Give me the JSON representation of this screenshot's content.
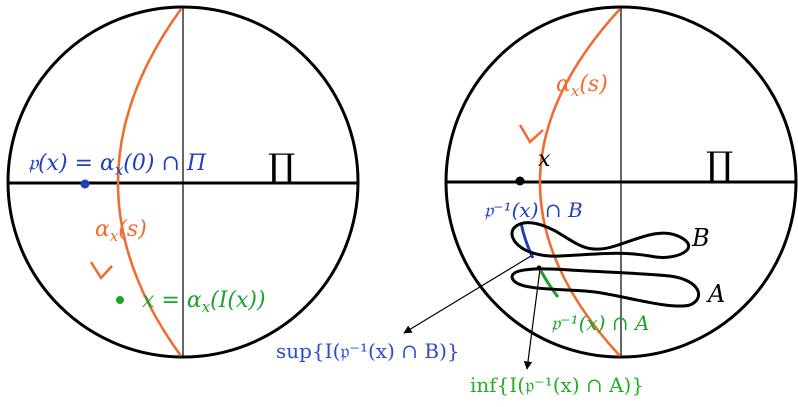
{
  "colors": {
    "black": "#000000",
    "orange": "#f26b2e",
    "blue": "#1f3fbf",
    "green": "#1aa32a",
    "label_blue": "#2b4bd0",
    "label_green": "#22b022"
  },
  "left_panel": {
    "plane_label": "∏",
    "px_label": "𝔭(x) = α",
    "px_sub": "x",
    "px_tail": "(0) ∩ Π",
    "alpha_label": "α",
    "alpha_sub": "x",
    "alpha_tail": "(s)",
    "x_label": "x = α",
    "x_sub": "x",
    "x_tail": "(I(x))"
  },
  "right_panel": {
    "plane_label": "∏",
    "alpha_label": "α",
    "alpha_sub": "x",
    "alpha_tail": "(s)",
    "x_label": "x",
    "pinv_b_label": "𝔭⁻¹(x) ∩ B",
    "pinv_a_label": "𝔭⁻¹(x) ∩ A",
    "region_b_label": "B",
    "region_a_label": "A"
  },
  "annotations": {
    "sup_label": "sup{I(𝔭⁻¹(x) ∩ B)}",
    "inf_label": "inf{I(𝔭⁻¹(x) ∩ A)}"
  }
}
